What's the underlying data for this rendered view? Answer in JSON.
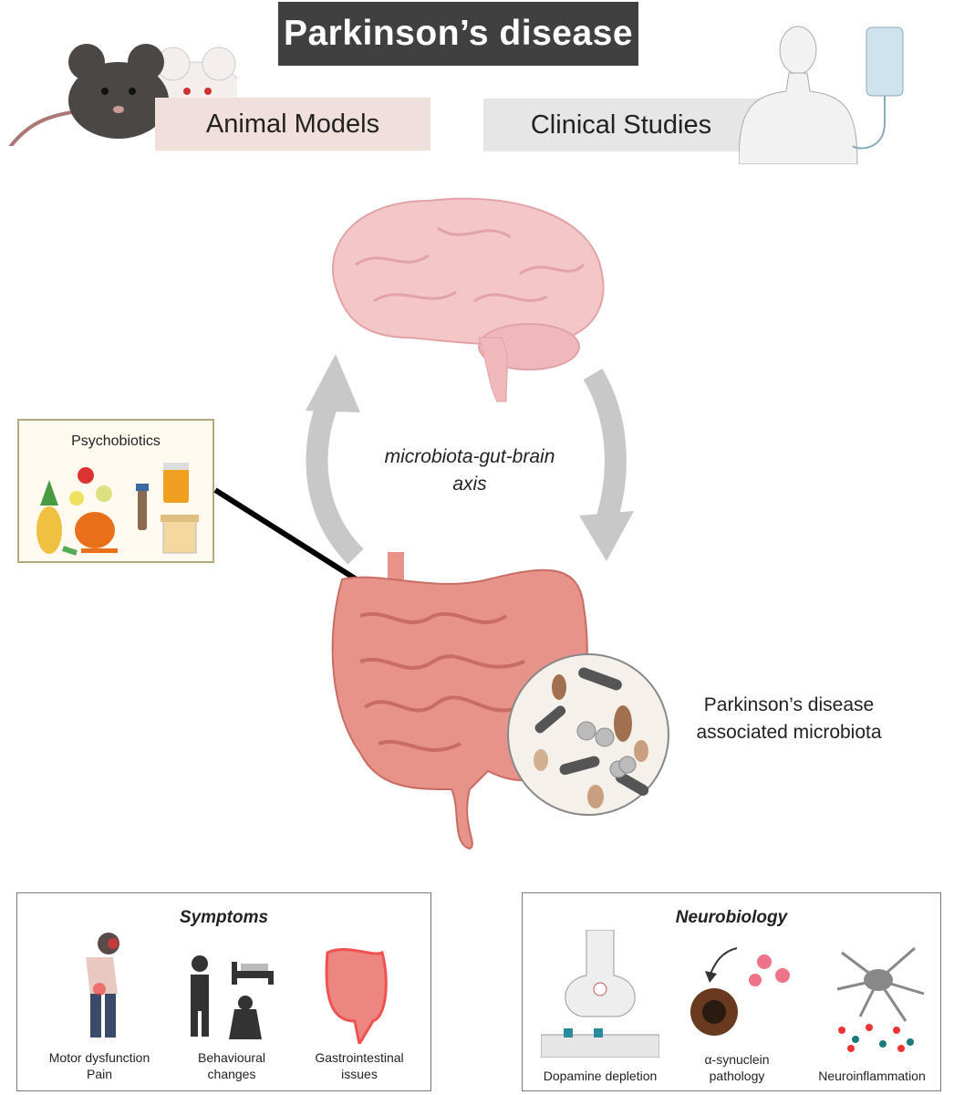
{
  "header": {
    "title": "Parkinson’s disease",
    "animal_models": "Animal Models",
    "clinical_studies": "Clinical Studies"
  },
  "center": {
    "axis_line1": "microbiota-gut-brain",
    "axis_line2": "axis",
    "microbiota_line1": "Parkinson’s disease",
    "microbiota_line2": "associated microbiota"
  },
  "psychobiotics": {
    "title": "Psychobiotics"
  },
  "symptoms": {
    "title": "Symptoms",
    "items": [
      {
        "line1": "Motor dysfunction",
        "line2": "Pain"
      },
      {
        "line1": "Behavioural",
        "line2": "changes"
      },
      {
        "line1": "Gastrointestinal",
        "line2": "issues"
      }
    ]
  },
  "neurobiology": {
    "title": "Neurobiology",
    "items": [
      {
        "line1": "Dopamine depletion",
        "line2": ""
      },
      {
        "line1": "α-synuclein",
        "line2": "pathology"
      },
      {
        "line1": "Neuroinflammation",
        "line2": ""
      }
    ]
  },
  "colors": {
    "title_bg": "#404040",
    "animal_bg": "#f0dfda",
    "clinical_bg": "#e6e6e6",
    "brain": "#f3c6c8",
    "gut": "#e8938a",
    "arrow": "#c8c8c8",
    "inhibit_line": "#000000",
    "psy_border": "#b6a97f"
  }
}
